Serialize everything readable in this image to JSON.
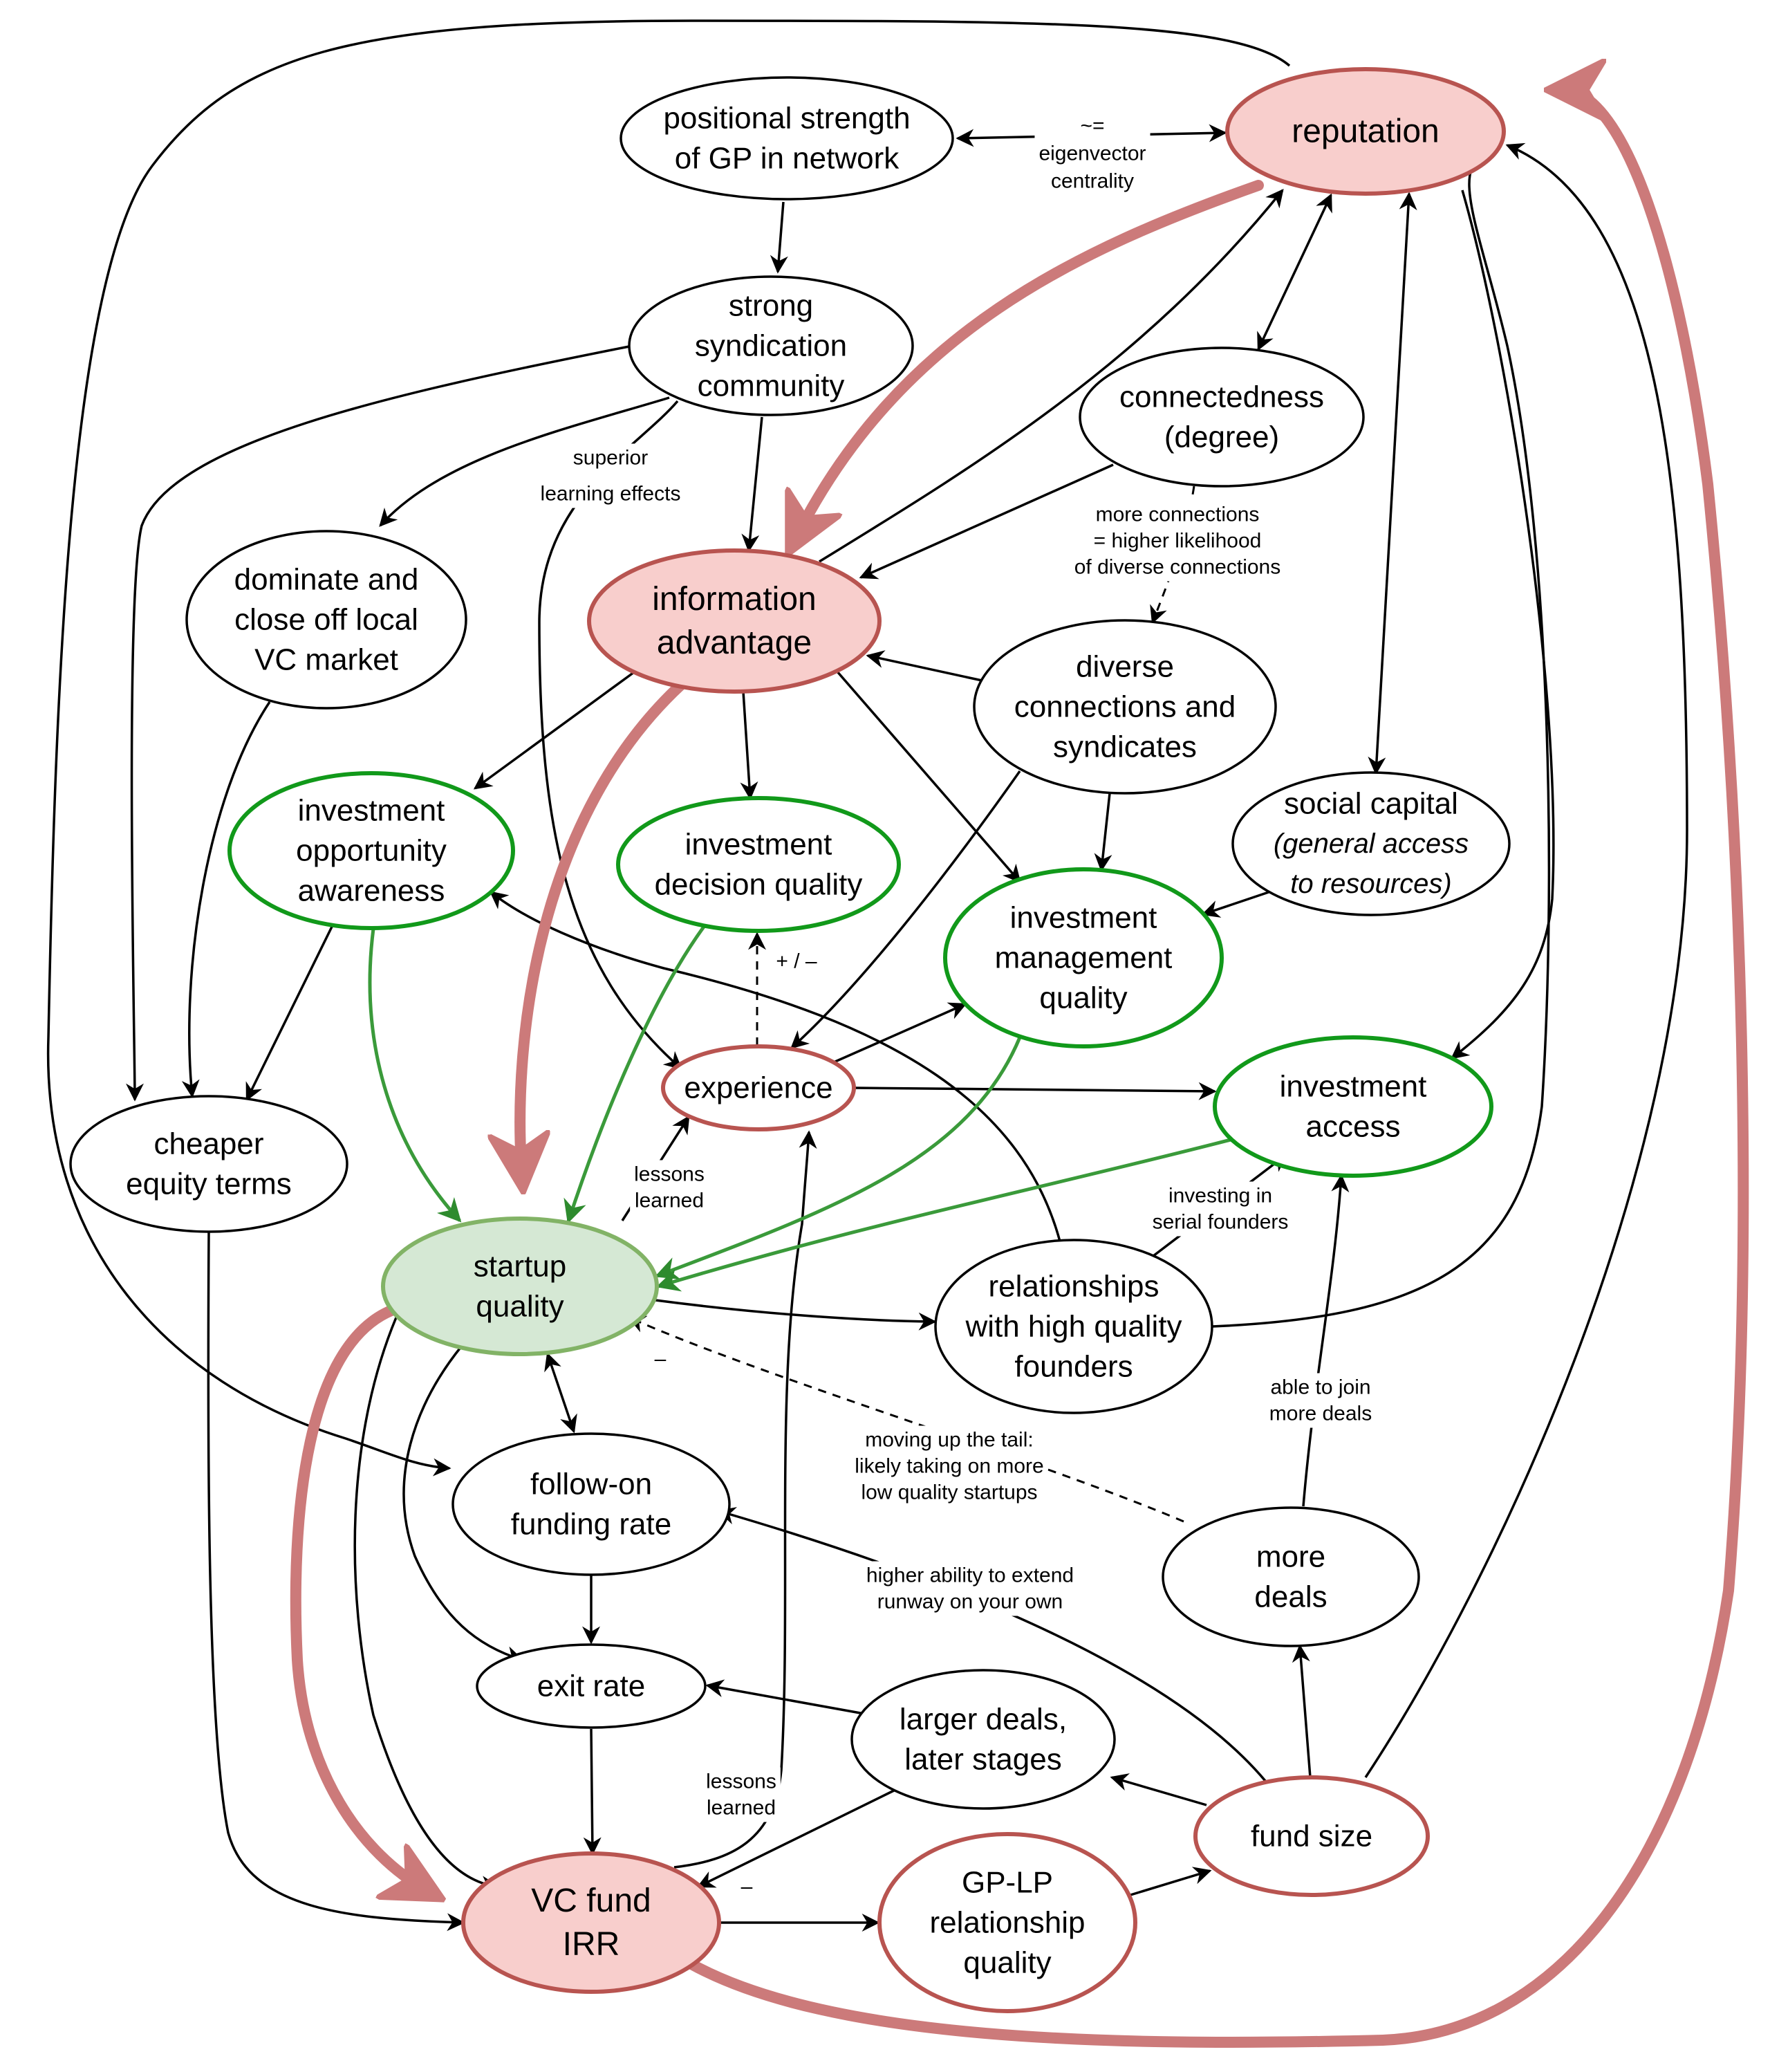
{
  "colors": {
    "black": "#000000",
    "green": "#229922",
    "green_node": "#11991a",
    "red_node": "#b85450",
    "red_fill": "#f8cecc",
    "green_fill": "#d5e8d4",
    "green_fill_border": "#82b366",
    "thick_red": "#cc7a7a"
  },
  "nodes": {
    "reputation": [
      "reputation"
    ],
    "positional_strength": [
      "positional strength",
      "of GP in network"
    ],
    "strong_syndication": [
      "strong",
      "syndication",
      "community"
    ],
    "connectedness": [
      "connectedness",
      "(degree)"
    ],
    "dominate": [
      "dominate and",
      "close off local",
      "VC market"
    ],
    "information_advantage": [
      "information",
      "advantage"
    ],
    "diverse_connections": [
      "diverse",
      "connections and",
      "syndicates"
    ],
    "investment_opportunity": [
      "investment",
      "opportunity",
      "awareness"
    ],
    "investment_decision": [
      "investment",
      "decision quality"
    ],
    "social_capital": [
      "social capital",
      "(general access",
      "to resources)"
    ],
    "investment_management": [
      "investment",
      "management",
      "quality"
    ],
    "experience": [
      "experience"
    ],
    "investment_access": [
      "investment",
      "access"
    ],
    "cheaper_equity": [
      "cheaper",
      "equity terms"
    ],
    "startup_quality": [
      "startup",
      "quality"
    ],
    "relationships_founders": [
      "relationships",
      "with high quality",
      "founders"
    ],
    "follow_on": [
      "follow-on",
      "funding rate"
    ],
    "more_deals": [
      "more",
      "deals"
    ],
    "exit_rate": [
      "exit rate"
    ],
    "larger_deals": [
      "larger deals,",
      "later stages"
    ],
    "fund_size": [
      "fund size"
    ],
    "vc_fund_irr": [
      "VC fund",
      "IRR"
    ],
    "gp_lp": [
      "GP-LP",
      "relationship",
      "quality"
    ]
  },
  "edge_labels": {
    "eigenvector": [
      "~=",
      "eigenvector",
      "centrality"
    ],
    "superior_learning": [
      "superior",
      "learning effects"
    ],
    "more_connections": [
      "more connections",
      "= higher likelihood",
      "of diverse connections"
    ],
    "plus_minus": [
      "+ / –"
    ],
    "lessons_learned_top": [
      "lessons",
      "learned"
    ],
    "investing_serial": [
      "investing in",
      "serial founders"
    ],
    "minus_startup": [
      "–"
    ],
    "moving_up_tail": [
      "moving up the tail:",
      "likely taking on more",
      "low quality startups"
    ],
    "able_to_join": [
      "able to join",
      "more deals"
    ],
    "higher_ability": [
      "higher ability to extend",
      "runway on your own"
    ],
    "lessons_learned_bottom": [
      "lessons",
      "learned"
    ],
    "minus_irr": [
      "–"
    ]
  }
}
